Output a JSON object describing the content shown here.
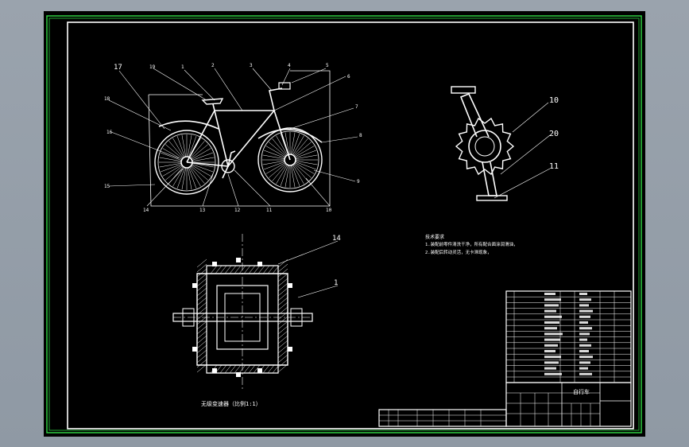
{
  "colors": {
    "background": "#000000",
    "outer_frame": "#2ecc40",
    "drawing_lines": "#ffffff",
    "viewport_bezel": "#9aa3ad"
  },
  "bike_leaders": [
    "17",
    "18",
    "19",
    "1",
    "2",
    "3",
    "4",
    "5",
    "6",
    "7",
    "8",
    "9",
    "10",
    "11",
    "12",
    "13",
    "14",
    "15",
    "16"
  ],
  "crank_leaders": [
    "10",
    "20",
    "11"
  ],
  "hub_leaders": [
    "14",
    "1"
  ],
  "hub_caption": "无级变速器（比例1:1）",
  "notes": {
    "heading": "技术要求",
    "line1": "1.装配前零件清洗干净，所有配合面涂润滑油，",
    "line2": "2.装配后转动灵活，无卡滞现象，"
  },
  "title_block": {
    "drawing_title": "自行车"
  }
}
